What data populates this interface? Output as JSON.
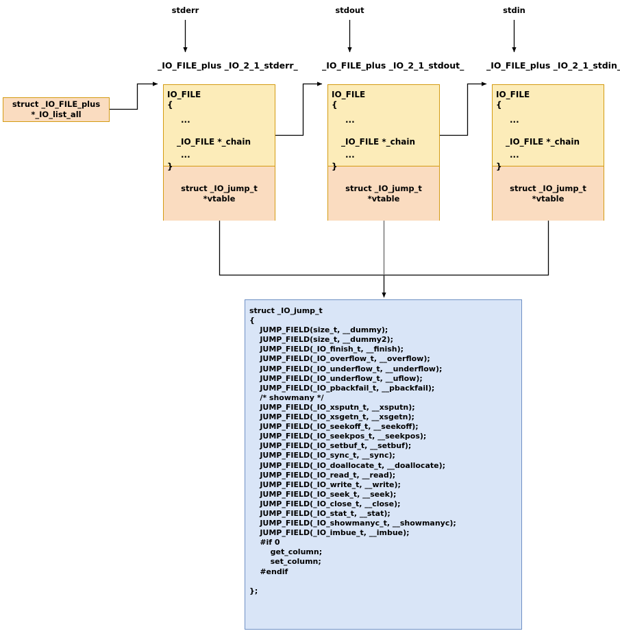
{
  "diagram": {
    "title": "glibc _IO_FILE_plus / _IO_jump_t vtable layout",
    "colors": {
      "file_border": "#d39a10",
      "file_top_fill": "#fcecb9",
      "file_bottom_fill": "#fadcc0",
      "jump_border": "#6d8fc4",
      "jump_fill": "#d9e5f7",
      "wire": "#000000",
      "wire_gray": "#7f7f7f"
    }
  },
  "streams": [
    {
      "name": "stderr",
      "caption": "_IO_FILE_plus _IO_2_1_stderr_"
    },
    {
      "name": "stdout",
      "caption": "_IO_FILE_plus _IO_2_1_stdout_"
    },
    {
      "name": "stdin",
      "caption": "_IO_FILE_plus _IO_2_1_stdin_"
    }
  ],
  "list_all": {
    "line1": "struct _IO_FILE_plus",
    "line2": "*_IO_list_all"
  },
  "file_struct": {
    "header": "IO_FILE",
    "open_brace": "{",
    "ellipsis_top": "...",
    "chain_field": "_IO_FILE *_chain",
    "ellipsis_bottom": "...",
    "close_brace": "}",
    "vtable_line1": "struct _IO_jump_t",
    "vtable_line2": "*vtable"
  },
  "jump_t": {
    "lines": [
      "struct _IO_jump_t",
      "{",
      "    JUMP_FIELD(size_t, __dummy);",
      "    JUMP_FIELD(size_t, __dummy2);",
      "    JUMP_FIELD(_IO_finish_t, __finish);",
      "    JUMP_FIELD(_IO_overflow_t, __overflow);",
      "    JUMP_FIELD(_IO_underflow_t, __underflow);",
      "    JUMP_FIELD(_IO_underflow_t, __uflow);",
      "    JUMP_FIELD(_IO_pbackfail_t, __pbackfail);",
      "    /* showmany */",
      "    JUMP_FIELD(_IO_xsputn_t, __xsputn);",
      "    JUMP_FIELD(_IO_xsgetn_t, __xsgetn);",
      "    JUMP_FIELD(_IO_seekoff_t, __seekoff);",
      "    JUMP_FIELD(_IO_seekpos_t, __seekpos);",
      "    JUMP_FIELD(_IO_setbuf_t, __setbuf);",
      "    JUMP_FIELD(_IO_sync_t, __sync);",
      "    JUMP_FIELD(_IO_doallocate_t, __doallocate);",
      "    JUMP_FIELD(_IO_read_t, __read);",
      "    JUMP_FIELD(_IO_write_t, __write);",
      "    JUMP_FIELD(_IO_seek_t, __seek);",
      "    JUMP_FIELD(_IO_close_t, __close);",
      "    JUMP_FIELD(_IO_stat_t, __stat);",
      "    JUMP_FIELD(_IO_showmanyc_t, __showmanyc);",
      "    JUMP_FIELD(_IO_imbue_t, __imbue);",
      "    #if 0",
      "        get_column;",
      "        set_column;",
      "    #endif",
      "",
      "};"
    ]
  }
}
